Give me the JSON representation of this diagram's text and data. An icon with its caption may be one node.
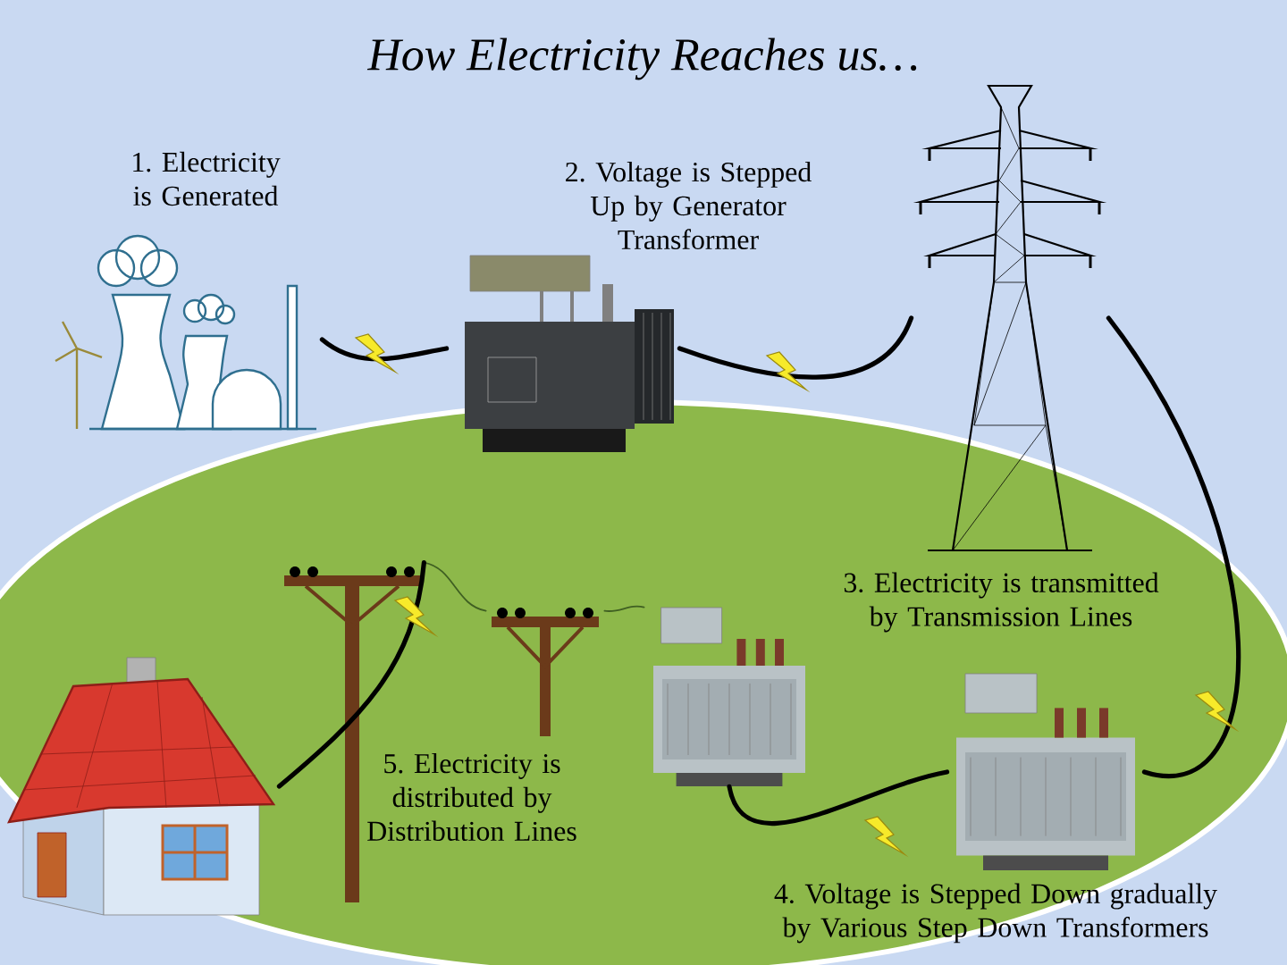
{
  "diagram": {
    "title": "How Electricity Reaches us…",
    "nodes": [
      {
        "text": [],
        "shape": "picture",
        "beside": [
          "1. Electricity is Generated"
        ]
      },
      {
        "text": [],
        "shape": "picture",
        "beside": [
          "2. Voltage is Stepped Up by Generator Transformer"
        ]
      },
      {
        "text": [],
        "shape": "picture",
        "beside": [
          "3. Electricity is transmitted by Transmission Lines"
        ]
      },
      {
        "text": [],
        "shape": "picture",
        "beside": [
          "4. Voltage is Stepped Down gradually by Various Step Down Transformers"
        ]
      },
      {
        "text": [],
        "shape": "picture"
      },
      {
        "text": [],
        "shape": "picture",
        "beside": [
          "5. Electricity is distributed by Distribution Lines"
        ]
      },
      {
        "text": [],
        "shape": "picture"
      },
      {
        "text": [],
        "shape": "picture"
      }
    ],
    "edges": [
      {
        "from": 0,
        "to": 1,
        "arrow": "none"
      },
      {
        "from": 1,
        "to": 2,
        "arrow": "none"
      },
      {
        "from": 2,
        "to": 3,
        "arrow": "none"
      },
      {
        "from": 3,
        "to": 7,
        "arrow": "none"
      },
      {
        "from": 7,
        "to": 6,
        "arrow": "none",
        "color": "#3f5f22"
      },
      {
        "from": 6,
        "to": 5,
        "arrow": "none",
        "color": "#3f5f22"
      },
      {
        "from": 5,
        "to": 4,
        "arrow": "none"
      }
    ]
  }
}
